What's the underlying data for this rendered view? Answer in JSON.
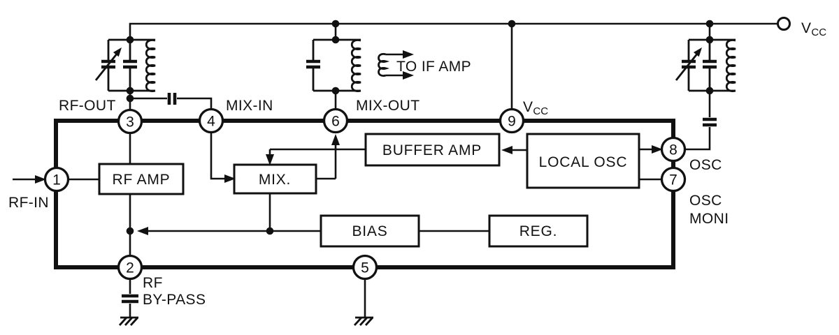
{
  "colors": {
    "ink": "#111111",
    "background": "#ffffff"
  },
  "power": {
    "terminal_main": "V",
    "terminal_sub": "CC"
  },
  "pins": {
    "p1": {
      "number": "1",
      "label": "RF-IN"
    },
    "p2": {
      "number": "2",
      "label_line1": "RF",
      "label_line2": "BY-PASS"
    },
    "p3": {
      "number": "3",
      "label": "RF-OUT"
    },
    "p4": {
      "number": "4",
      "label": "MIX-IN"
    },
    "p5": {
      "number": "5"
    },
    "p6": {
      "number": "6",
      "label": "MIX-OUT"
    },
    "p7": {
      "number": "7",
      "label_line1": "OSC",
      "label_line2": "MONI"
    },
    "p8": {
      "number": "8",
      "label": "OSC"
    },
    "p9": {
      "number": "9",
      "label_main": "V",
      "label_sub": "CC"
    }
  },
  "blocks": {
    "rf_amp": "RF AMP",
    "mix": "MIX.",
    "buffer_amp": "BUFFER AMP",
    "local_osc": "LOCAL OSC",
    "bias": "BIAS",
    "reg": "REG."
  },
  "annotations": {
    "to_if_amp": "TO IF AMP"
  }
}
